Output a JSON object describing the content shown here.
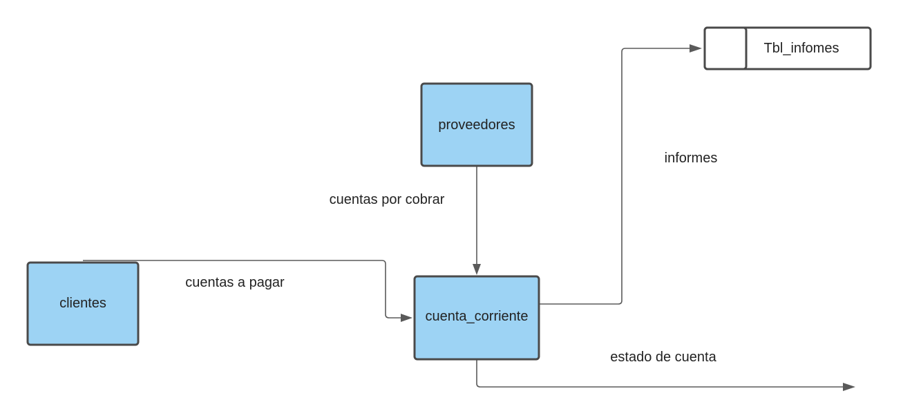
{
  "nodes": {
    "proveedores": "proveedores",
    "clientes": "clientes",
    "cuenta_corriente": "cuenta_corriente"
  },
  "data_store": {
    "label": "Tbl_infomes"
  },
  "flows": {
    "cuentas_por_cobrar": "cuentas por cobrar",
    "cuentas_a_pagar": "cuentas a pagar",
    "informes": "informes",
    "estado_de_cuenta": "estado de cuenta"
  },
  "colors": {
    "node_fill": "#9dd3f4",
    "stroke": "#4a4a4a",
    "connector": "#5a5a5a"
  }
}
